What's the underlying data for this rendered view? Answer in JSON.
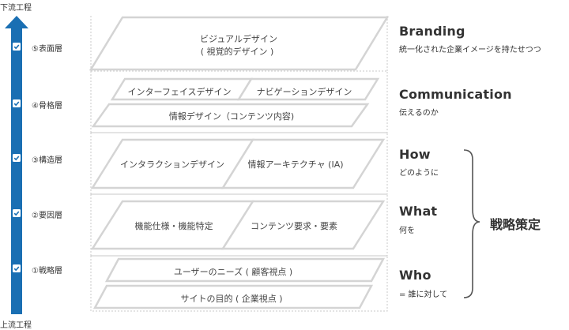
{
  "arrow": {
    "top_label": "下流工程",
    "bottom_label": "上流工程",
    "color": "#1a6fb3"
  },
  "check_color": "#1a6fb3",
  "layers": [
    {
      "name": "⑤表面層"
    },
    {
      "name": "④骨格層"
    },
    {
      "name": "③構造層"
    },
    {
      "name": "②要因層"
    },
    {
      "name": "①戦略層"
    }
  ],
  "planes": {
    "surface": {
      "line1": "ビジュアルデザイン",
      "line2": "( 視覚的デザイン )"
    },
    "skeleton": {
      "left": "インターフェイスデザイン",
      "right": "ナビゲーションデザイン",
      "bottom": "情報デザイン（コンテンツ内容)"
    },
    "structure": {
      "left": "インタラクションデザイン",
      "right": "情報アーキテクチャ (IA)"
    },
    "scope": {
      "left": "機能仕様・機能特定",
      "right": "コンテンツ要求・要素"
    },
    "strategy": {
      "top": "ユーザーのニーズ ( 顧客視点 )",
      "bottom": "サイトの目的 ( 企業視点 )"
    }
  },
  "descriptions": [
    {
      "head": "Branding",
      "sub": "統一化された企業イメージを持たせつつ"
    },
    {
      "head": "Communication",
      "sub": "伝えるのか"
    },
    {
      "head": "How",
      "sub": "どのように"
    },
    {
      "head": "What",
      "sub": "何を"
    },
    {
      "head": "Who",
      "sub": "= 誰に対して"
    }
  ],
  "strategy_label": "戦略策定"
}
